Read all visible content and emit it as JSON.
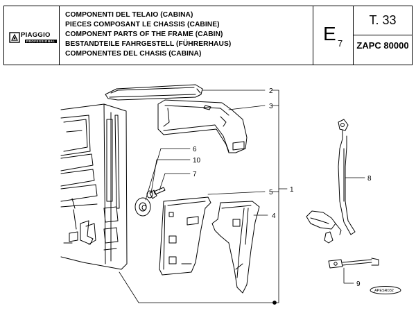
{
  "header": {
    "brand": "PIAGGIO",
    "brand_sub": "PROFESSIONAL",
    "titles": [
      "COMPONENTI DEL TELAIO (CABINA)",
      "PIECES COMPOSANT LE CHASSIS (CABINE)",
      "COMPONENT PARTS OF THE FRAME (CABIN)",
      "BESTANDTEILE FAHRGESTELL (FÜHRERHAUS)",
      "COMPONENTES DEL CHASIS (CABINA)"
    ],
    "group_letter": "E",
    "group_number": "7",
    "table": "T. 33",
    "model": "ZAPC 80000"
  },
  "callouts": {
    "c1": "1",
    "c2": "2",
    "c3": "3",
    "c4": "4",
    "c5": "5",
    "c6": "6",
    "c7": "7",
    "c8": "8",
    "c9": "9",
    "c10": "10"
  },
  "stamp": "APESR032"
}
